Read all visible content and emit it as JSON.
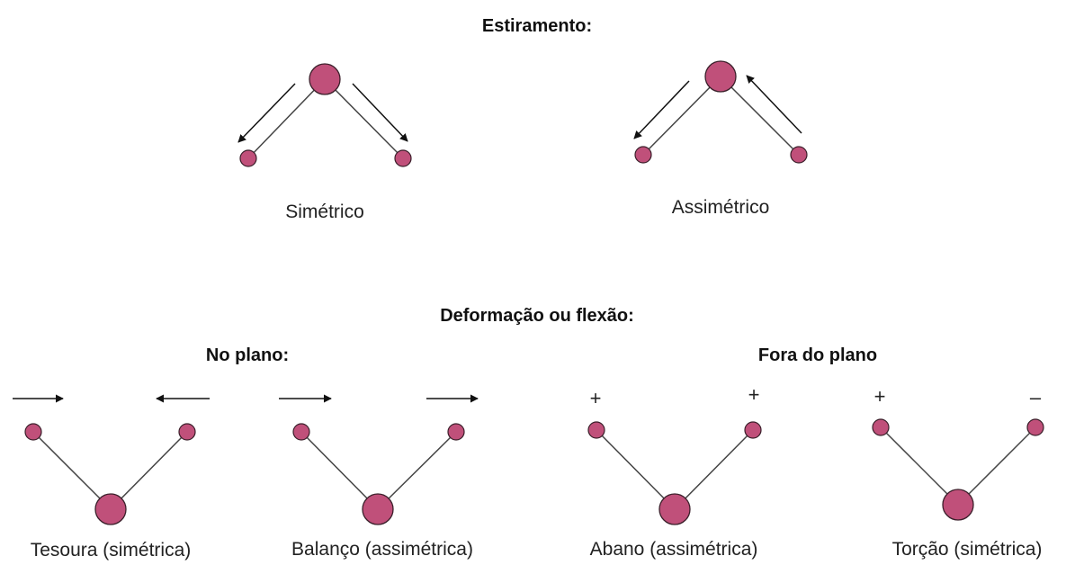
{
  "headings": {
    "stretching": "Estiramento:",
    "deformation": "Deformação ou flexão:",
    "in_plane": "No plano:",
    "out_of_plane": "Fora do plano"
  },
  "modes": {
    "symmetric_stretch": "Simétrico",
    "asymmetric_stretch": "Assimétrico",
    "scissoring": "Tesoura (simétrica)",
    "rocking": "Balanço (assimétrica)",
    "wagging": "Abano (assimétrica)",
    "twisting": "Torção (simétrica)"
  },
  "signs": {
    "wag_left": "+",
    "wag_right": "+",
    "twist_left": "+",
    "twist_right": "–"
  },
  "colors": {
    "atom_fill": "#c0507a",
    "atom_stroke": "#3a1f2a",
    "bond": "#444444",
    "arrow": "#111111"
  }
}
